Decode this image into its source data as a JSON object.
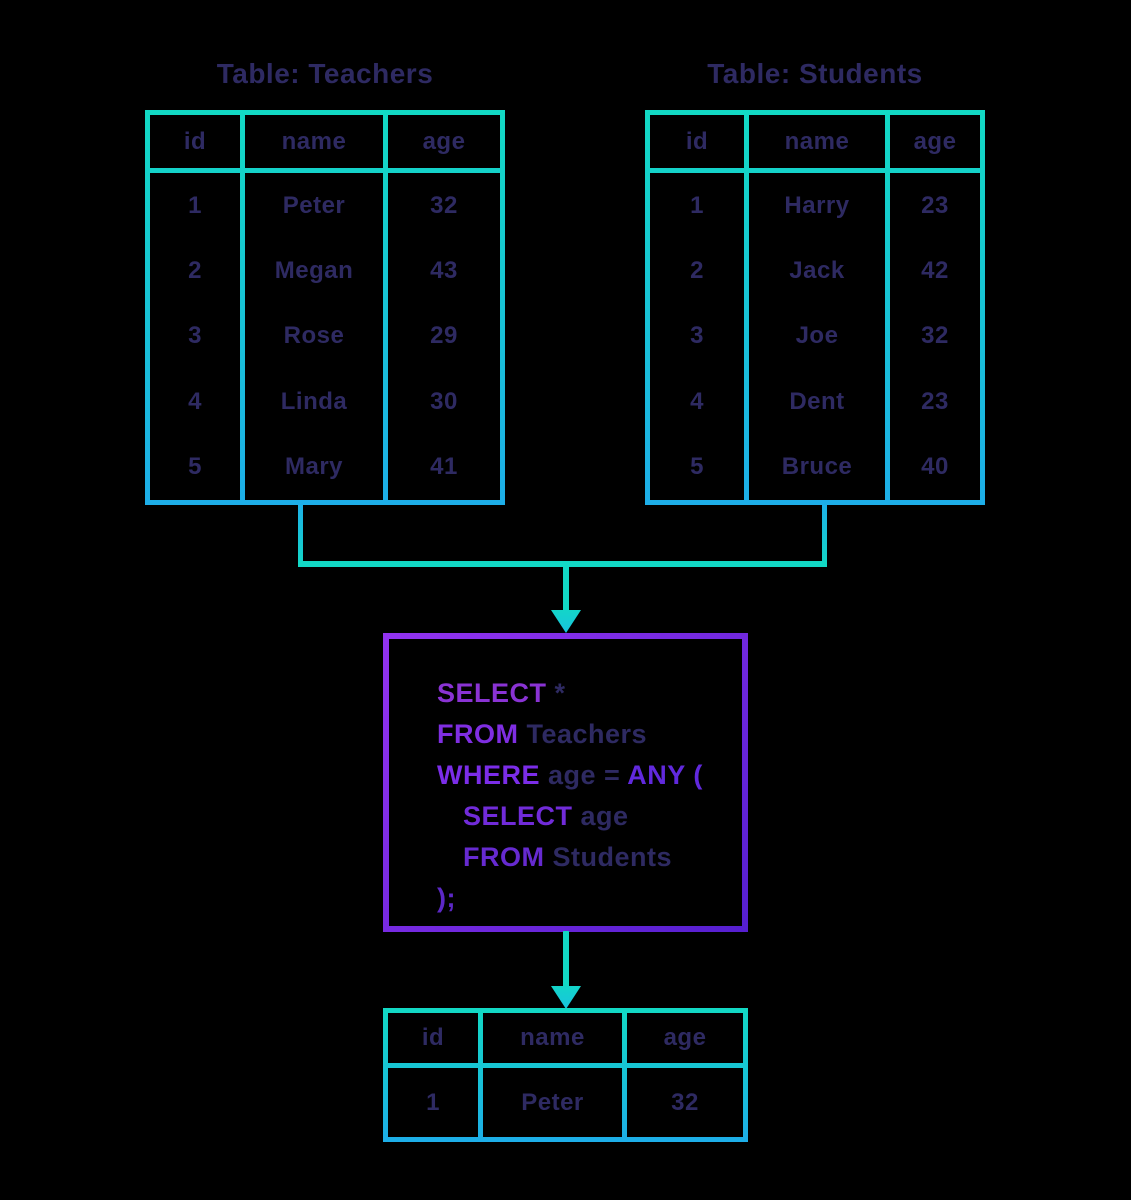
{
  "colors": {
    "background": "#000000",
    "table_line_top": "#12d9c4",
    "table_line_bottom": "#1daee8",
    "connector_teal": "#12d8c5",
    "arrowhead_cyan": "#18c4de",
    "text_navy": "#2e2a62",
    "sql_keyword_purple": "#7b2de8",
    "sql_box_border_from": "#9233f0",
    "sql_box_border_to": "#561fd0"
  },
  "teachers": {
    "title": "Table: Teachers",
    "columns": [
      "id",
      "name",
      "age"
    ],
    "rows": [
      [
        "1",
        "Peter",
        "32"
      ],
      [
        "2",
        "Megan",
        "43"
      ],
      [
        "3",
        "Rose",
        "29"
      ],
      [
        "4",
        "Linda",
        "30"
      ],
      [
        "5",
        "Mary",
        "41"
      ]
    ]
  },
  "students": {
    "title": "Table: Students",
    "columns": [
      "id",
      "name",
      "age"
    ],
    "rows": [
      [
        "1",
        "Harry",
        "23"
      ],
      [
        "2",
        "Jack",
        "42"
      ],
      [
        "3",
        "Joe",
        "32"
      ],
      [
        "4",
        "Dent",
        "23"
      ],
      [
        "5",
        "Bruce",
        "40"
      ]
    ]
  },
  "sql": {
    "lines": [
      [
        {
          "text": "SELECT",
          "kw": true
        },
        {
          "text": " *",
          "kw": false
        }
      ],
      [
        {
          "text": "FROM",
          "kw": true
        },
        {
          "text": " Teachers",
          "kw": false
        }
      ],
      [
        {
          "text": "WHERE",
          "kw": true
        },
        {
          "text": " age = ",
          "kw": false
        },
        {
          "text": "ANY (",
          "kw": true
        }
      ],
      [
        {
          "text": "SELECT",
          "kw": true
        },
        {
          "text": " age",
          "kw": false
        }
      ],
      [
        {
          "text": "FROM",
          "kw": true
        },
        {
          "text": " Students",
          "kw": false
        }
      ],
      [
        {
          "text": ");",
          "kw": true
        }
      ]
    ]
  },
  "result": {
    "columns": [
      "id",
      "name",
      "age"
    ],
    "rows": [
      [
        "1",
        "Peter",
        "32"
      ]
    ]
  }
}
